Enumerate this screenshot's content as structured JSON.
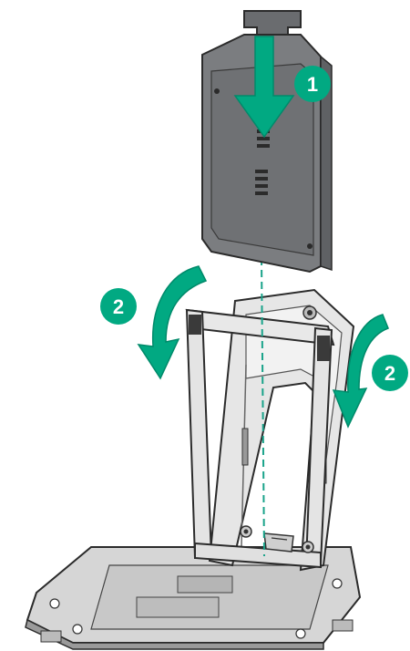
{
  "steps": [
    {
      "number": "1",
      "action": "insert-cover"
    },
    {
      "number": "2",
      "action": "close-frame-left"
    },
    {
      "number": "2",
      "action": "close-frame-right"
    }
  ],
  "colors": {
    "accent": "#01a982",
    "accent_dark": "#008a6a",
    "outline": "#2b2b2b",
    "cover_fill": "#7b7d80",
    "cover_dark": "#5f6164",
    "frame_fill": "#e4e4e4",
    "base_fill": "#d6d6d6",
    "guide_line": "#19a38a"
  },
  "icons": {
    "down_arrow": "down-arrow-icon",
    "curved_arrow_left": "curved-arrow-left-icon",
    "curved_arrow_right": "curved-arrow-right-icon"
  }
}
